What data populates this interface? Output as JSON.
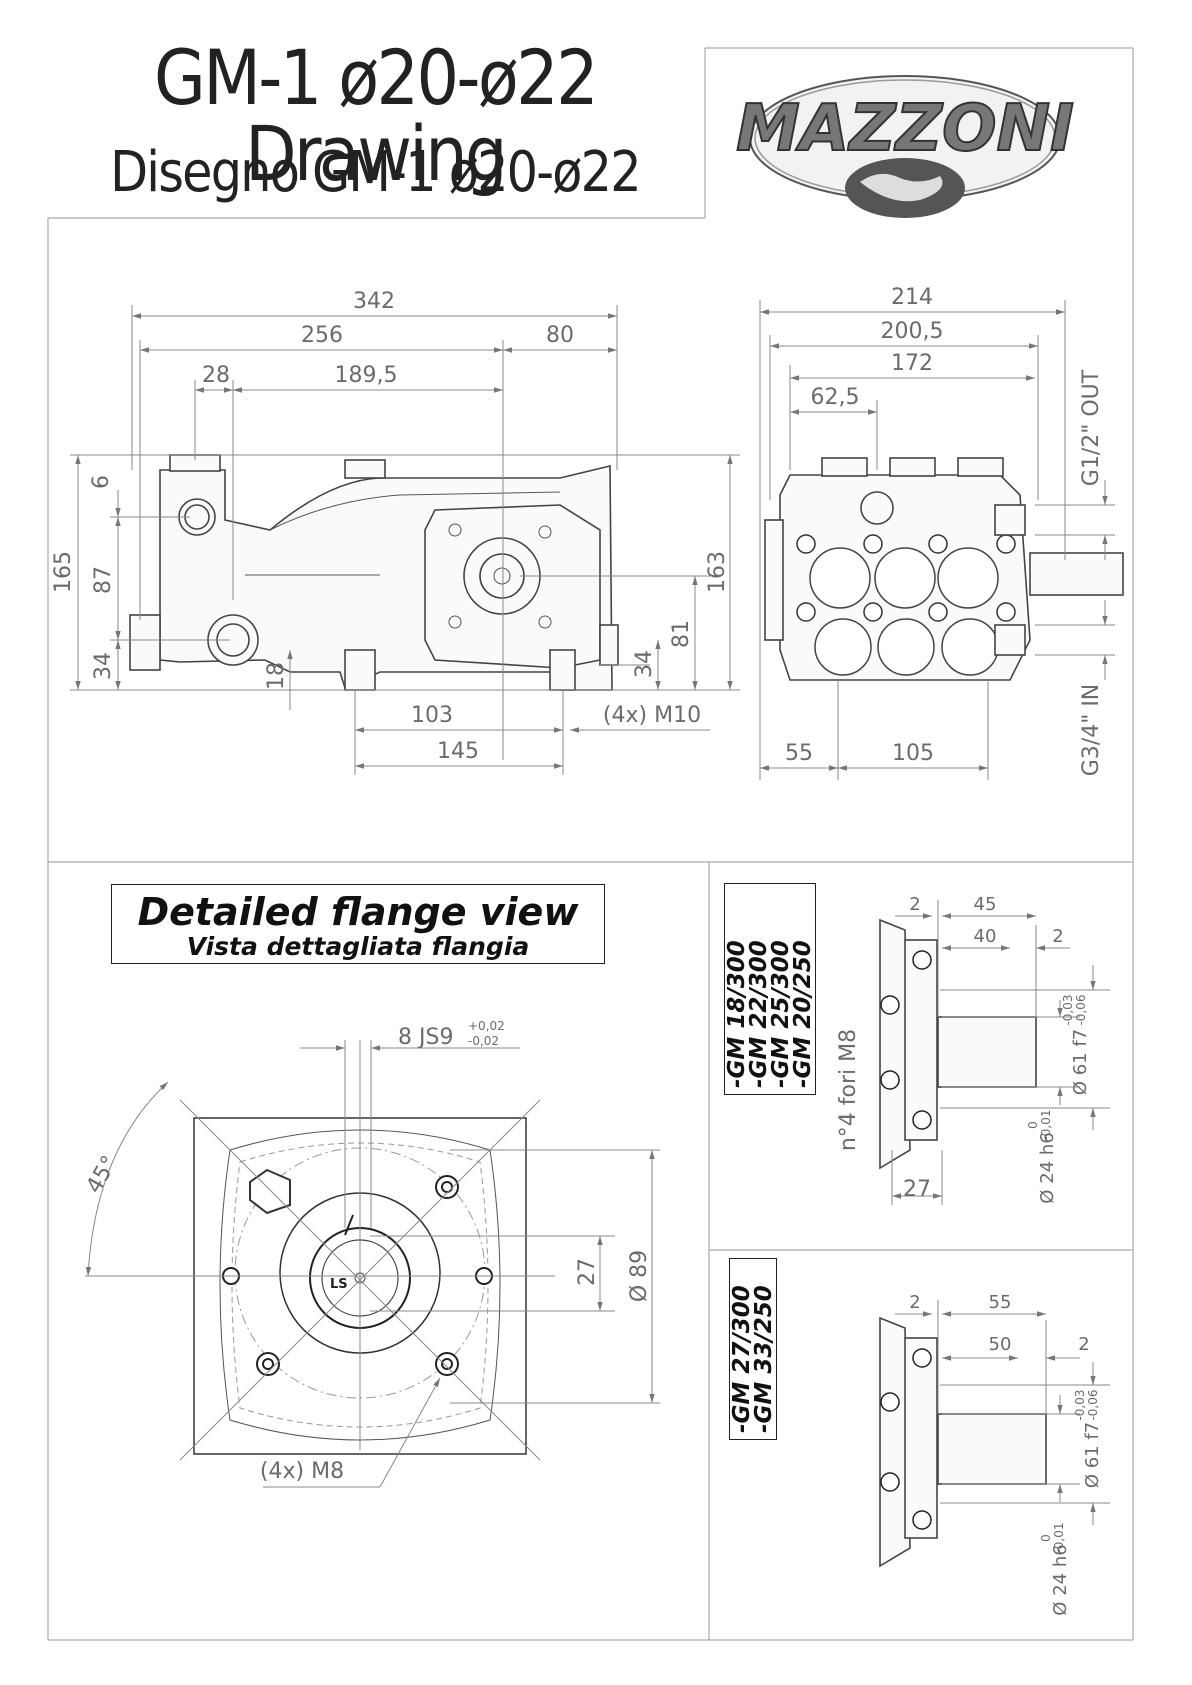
{
  "header": {
    "title": "GM-1 ø20-ø22 Drawing",
    "subtitle": "Disegno GM-1 ø20-ø22",
    "logo_text": "MAZZONI"
  },
  "side_view": {
    "dims": {
      "d342": "342",
      "d256": "256",
      "d80": "80",
      "d28": "28",
      "d189": "189,5",
      "d6": "6",
      "d165": "165",
      "d87": "87",
      "d34a": "34",
      "d18": "18",
      "d163": "163",
      "d81": "81",
      "d34b": "34",
      "d103": "103",
      "d145": "145",
      "m10": "(4x) M10"
    }
  },
  "front_view": {
    "dims": {
      "d214": "214",
      "d200": "200,5",
      "d172": "172",
      "d62": "62,5",
      "d55": "55",
      "d105": "105",
      "out": "G1/2\" OUT",
      "in": "G3/4\" IN"
    }
  },
  "flange_view": {
    "title": "Detailed flange view",
    "subtitle": "Vista dettagliata flangia",
    "key_dim": "8 JS9",
    "key_tol_up": "+0,02",
    "key_tol_dn": "-0,02",
    "angle": "45°",
    "d27": "27",
    "d89": "Ø 89",
    "m8": "(4x) M8"
  },
  "shaft_a": {
    "models": [
      "-GM 18/300",
      "-GM 22/300",
      "-GM 25/300",
      "-GM 20/250"
    ],
    "d2a": "2",
    "d45": "45",
    "d40": "40",
    "d2b": "2",
    "d27": "27",
    "holes": "n°4 fori M8",
    "phi24": "Ø 24 h6",
    "phi24_tol_up": "0",
    "phi24_tol_dn": "-0,01",
    "phi61": "Ø 61 f7",
    "phi61_tol_up": "-0,03",
    "phi61_tol_dn": "-0,06"
  },
  "shaft_b": {
    "models": [
      "-GM 27/300",
      "-GM 33/250"
    ],
    "d2a": "2",
    "d55": "55",
    "d50": "50",
    "d2b": "2",
    "phi24": "Ø 24 h6",
    "phi24_tol_up": "0",
    "phi24_tol_dn": "-0,01",
    "phi61": "Ø 61 f7",
    "phi61_tol_up": "-0,03",
    "phi61_tol_dn": "-0,06"
  }
}
